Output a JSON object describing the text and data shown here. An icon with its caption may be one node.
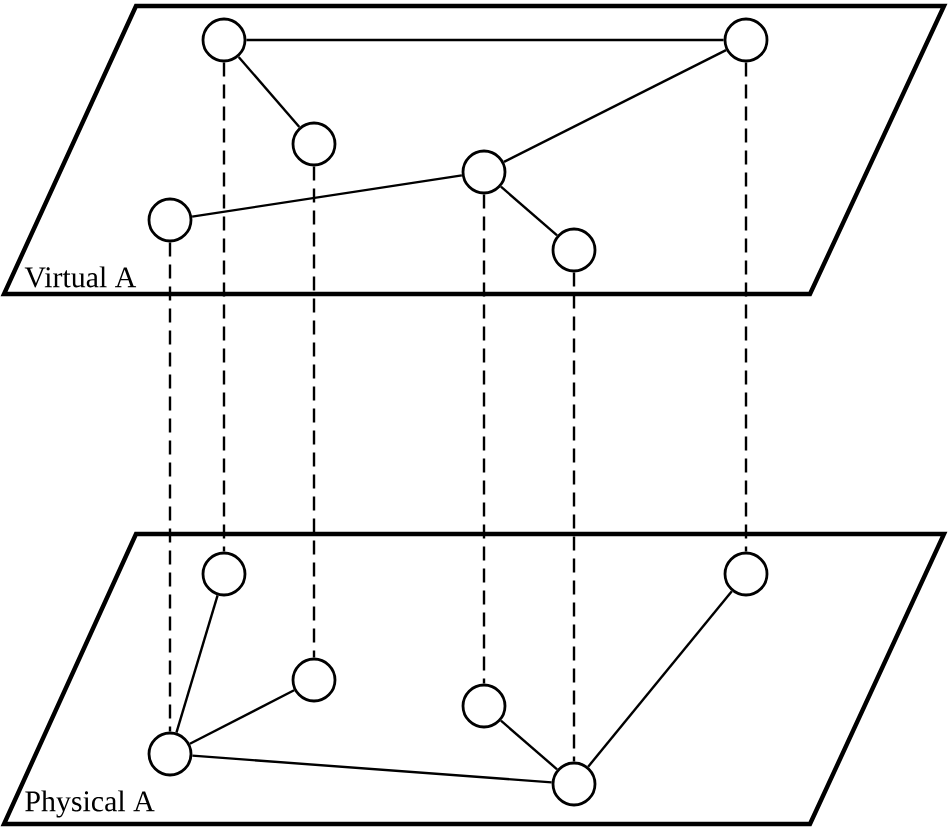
{
  "diagram": {
    "nodes": [
      {
        "text": [
          "Virtual A"
        ]
      },
      {
        "text": [],
        "shape": "circle",
        "in": 0
      },
      {
        "text": [],
        "shape": "circle",
        "in": 0
      },
      {
        "text": [],
        "shape": "circle",
        "in": 0
      },
      {
        "text": [],
        "shape": "circle",
        "in": 0
      },
      {
        "text": [],
        "shape": "circle",
        "in": 0
      },
      {
        "text": [],
        "shape": "circle",
        "in": 0
      },
      {
        "text": [
          "Physical A"
        ]
      },
      {
        "text": [],
        "shape": "circle",
        "in": 7
      },
      {
        "text": [],
        "shape": "circle",
        "in": 7
      },
      {
        "text": [],
        "shape": "circle",
        "in": 7
      },
      {
        "text": [],
        "shape": "circle",
        "in": 7
      },
      {
        "text": [],
        "shape": "circle",
        "in": 7
      },
      {
        "text": [],
        "shape": "circle",
        "in": 7
      }
    ],
    "edges": [
      {
        "from": 1,
        "to": 2,
        "arrow": "none"
      },
      {
        "from": 1,
        "to": 3,
        "arrow": "none"
      },
      {
        "from": 5,
        "to": 4,
        "arrow": "none"
      },
      {
        "from": 4,
        "to": 2,
        "arrow": "none"
      },
      {
        "from": 4,
        "to": 6,
        "arrow": "none"
      },
      {
        "from": 8,
        "to": 12,
        "arrow": "none"
      },
      {
        "from": 10,
        "to": 12,
        "arrow": "none"
      },
      {
        "from": 12,
        "to": 13,
        "arrow": "none"
      },
      {
        "from": 11,
        "to": 13,
        "arrow": "none"
      },
      {
        "from": 13,
        "to": 9,
        "arrow": "none"
      },
      {
        "from": 5,
        "to": 12,
        "arrow": "none",
        "style": "dashed"
      },
      {
        "from": 1,
        "to": 8,
        "arrow": "none",
        "style": "dashed"
      },
      {
        "from": 3,
        "to": 10,
        "arrow": "none",
        "style": "dashed"
      },
      {
        "from": 4,
        "to": 11,
        "arrow": "none",
        "style": "dashed"
      },
      {
        "from": 6,
        "to": 13,
        "arrow": "none",
        "style": "dashed"
      },
      {
        "from": 2,
        "to": 9,
        "arrow": "none",
        "style": "dashed"
      }
    ]
  }
}
